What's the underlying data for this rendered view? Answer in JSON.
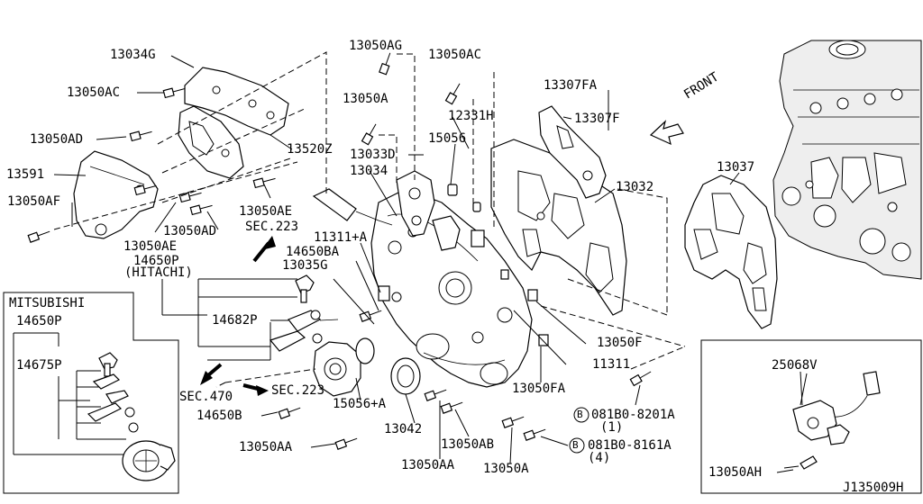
{
  "diagram": {
    "labels": {
      "p13034G": "13034G",
      "p13050AC_left": "13050AC",
      "p13050AD_left": "13050AD",
      "p13591": "13591",
      "p13050AF": "13050AF",
      "p13050AE_left": "13050AE",
      "p13050AD_mid": "13050AD",
      "p13050AE_mid": "13050AE",
      "p13520Z": "13520Z",
      "p13050AG": "13050AG",
      "p13050AC_mid": "13050AC",
      "p13050A_top": "13050A",
      "p12331H": "12331H",
      "p13033D": "13033D",
      "p15056": "15056",
      "p13034": "13034",
      "p13307FA": "13307FA",
      "p13307F": "13307F",
      "p13032": "13032",
      "p13037": "13037",
      "sec223_top": "SEC.223",
      "p11311A": "11311+A",
      "p14650BA": "14650BA",
      "p14650P_hitachi": "14650P",
      "hitachi": "(HITACHI)",
      "p13035G": "13035G",
      "p14682P": "14682P",
      "p13050F": "13050F",
      "p11311": "11311",
      "sec470": "SEC.470",
      "sec223_bottom": "SEC.223",
      "p15056A": "15056+A",
      "p13050FA": "13050FA",
      "p14650B": "14650B",
      "p13042": "13042",
      "p13050AA_left": "13050AA",
      "p13050AB": "13050AB",
      "p13050AA_bottom": "13050AA",
      "p13050A_bottom": "13050A",
      "bolt1_code": "081B0-8201A",
      "bolt1_qty": "(1)",
      "bolt2_code": "081B0-8161A",
      "bolt2_qty": "(4)",
      "bolt_marker": "B",
      "front": "FRONT",
      "p25068V": "25068V",
      "p13050AH": "13050AH",
      "mitsubishi": "MITSUBISHI",
      "p14650P_mitsu": "14650P",
      "p14675P": "14675P",
      "diagram_id": "J135009H"
    }
  }
}
